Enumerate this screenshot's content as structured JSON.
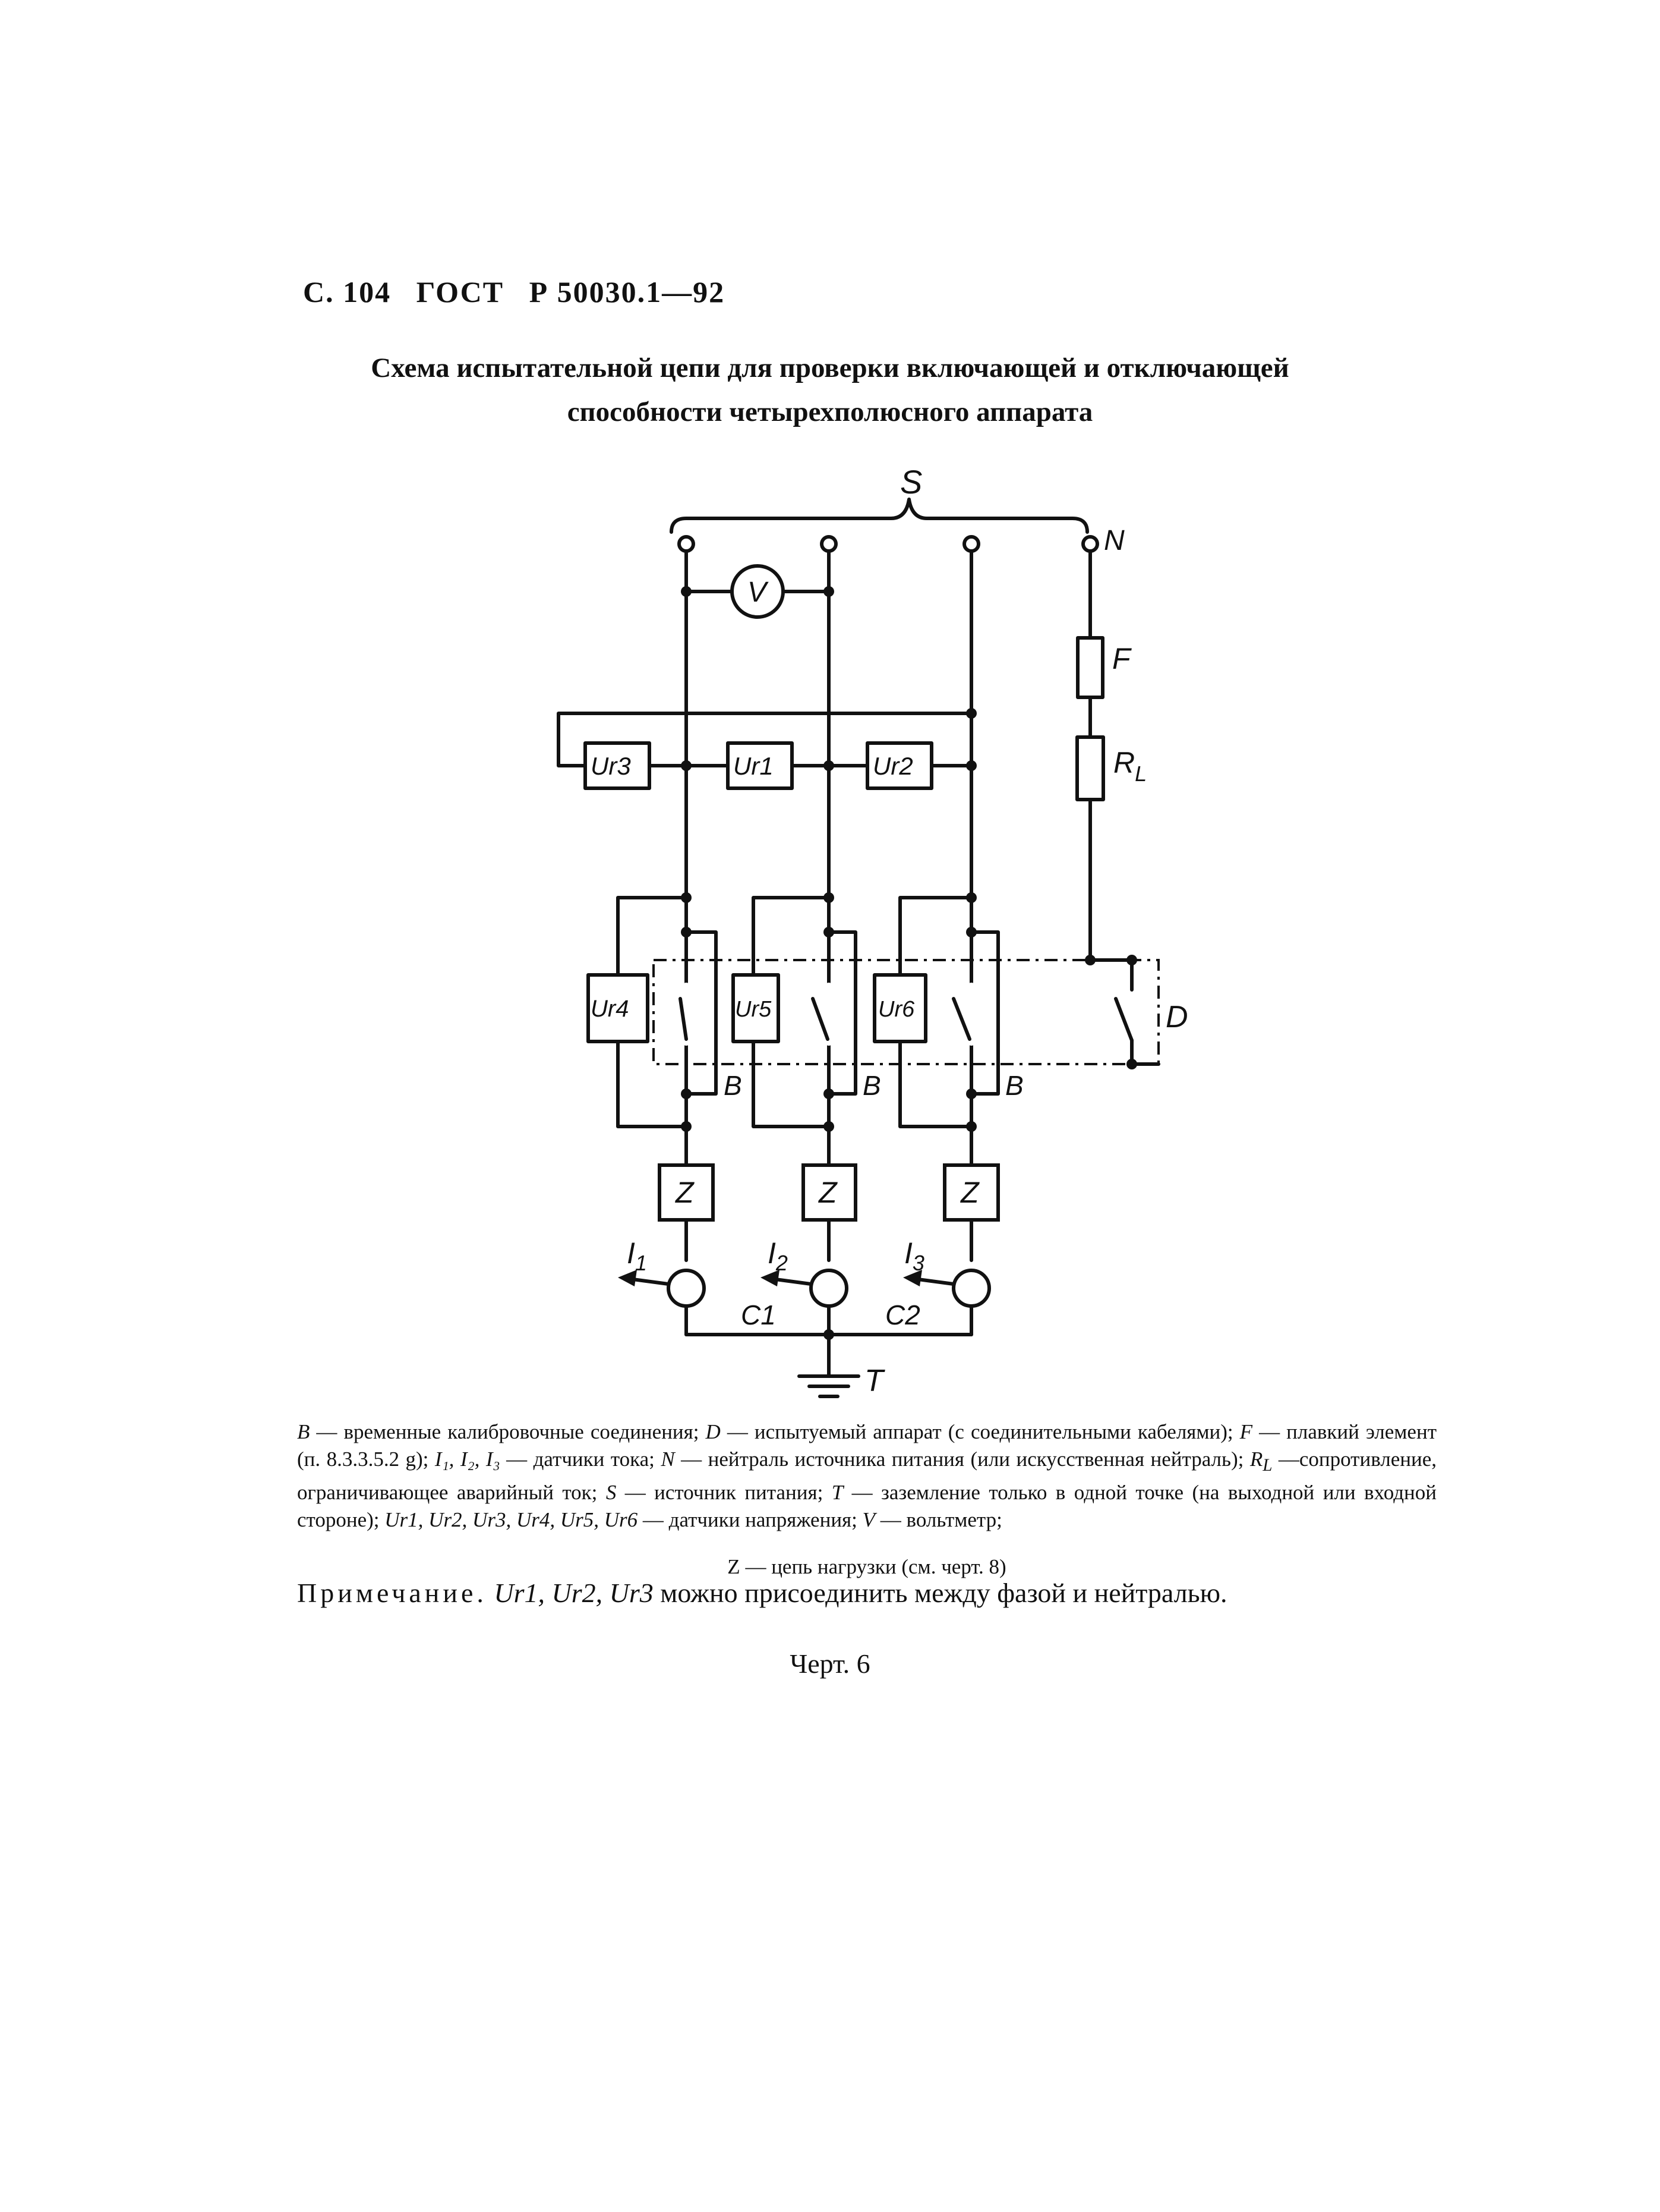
{
  "header": {
    "page": "С. 104",
    "standard": "ГОСТ",
    "number": "Р 50030.1—92"
  },
  "title": {
    "line1": "Схема испытательной цепи для проверки включающей и отключающей",
    "line2": "способности четырехполюсного аппарата"
  },
  "diagram": {
    "source_label": "S",
    "neutral_label": "N",
    "voltmeter_label": "V",
    "fuse_label": "F",
    "resistor_label": "R",
    "resistor_sub": "L",
    "ur1": "Ur1",
    "ur2": "Ur2",
    "ur3": "Ur3",
    "ur4": "Ur4",
    "ur5": "Ur5",
    "ur6": "Ur6",
    "b1": "B",
    "b2": "B",
    "b3": "B",
    "device_label": "D",
    "load1": "Z",
    "load2": "Z",
    "load3": "Z",
    "i1": "I",
    "i1_sub": "1",
    "i2": "I",
    "i2_sub": "2",
    "i3": "I",
    "i3_sub": "3",
    "c1": "C1",
    "c2": "C2",
    "ground_label": "T"
  },
  "legend": {
    "b_sym": "B",
    "b_text": " — временные калибровочные соединения; ",
    "d_sym": "D",
    "d_text": " — испытуемый аппарат (с соединительными кабелями); ",
    "f_sym": "F",
    "f_text": " — плавкий элемент (п. 8.3.3.5.2 g); ",
    "i_syms": "I₁, I₂, I₃",
    "i_text": " — датчики тока; ",
    "n_sym": "N",
    "n_text": " — нейтраль источника питания (или искусственная нейтраль); ",
    "r_sym": "R",
    "r_sub": "L",
    "r_text": " —сопротивление, ограничивающее аварийный ток; ",
    "s_sym": "S",
    "s_text": " — источник питания; ",
    "t_sym": "T",
    "t_text": " — заземление только в одной точке (на выходной или входной стороне); ",
    "ur_syms": "Ur1, Ur2, Ur3, Ur4, Ur5, Ur6",
    "ur_text": " — датчики напряжения; ",
    "v_sym": "V",
    "v_text": " — вольтметр;",
    "z_sym": "Z",
    "z_text": " — цепь нагрузки (см. черт. 8)"
  },
  "note": {
    "label": "Примечание.",
    "syms": "Ur1, Ur2, Ur3",
    "text": " можно присоединить между фазой и нейтралью."
  },
  "figure": {
    "label": "Черт. 6"
  }
}
